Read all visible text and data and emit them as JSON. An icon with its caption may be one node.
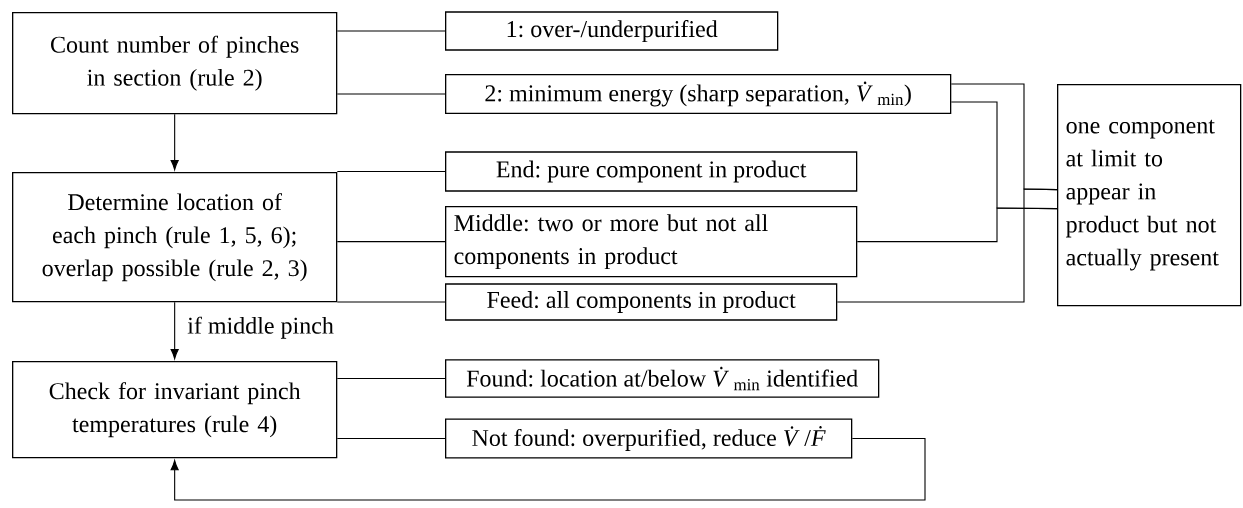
{
  "diagram": {
    "nodes": [
      {
        "text": [
          "Count number of pinches in section (rule 2)"
        ]
      },
      {
        "text": [
          "1: over-/underpurified"
        ]
      },
      {
        "text": [
          "2: minimum energy (sharp separation, *V̇*$_{min}$)"
        ]
      },
      {
        "text": [
          "Determine location of each pinch (rule 1, 5, 6); overlap possible (rule 2, 3)"
        ]
      },
      {
        "text": [
          "End: pure component in product"
        ]
      },
      {
        "text": [
          "Middle: two or more but not all components in product"
        ]
      },
      {
        "text": [
          "Feed: all components in product"
        ]
      },
      {
        "text": [
          "Check for invariant pinch temperatures (rule 4)"
        ]
      },
      {
        "text": [
          "Found: location at/below *V̇*$_{min}$ identified"
        ]
      },
      {
        "text": [
          "Not found: overpurified, reduce *V̇*/*Ḟ*"
        ]
      },
      {
        "text": [
          "one component at limit to appear in product but not actually present"
        ]
      }
    ],
    "edges": [
      {
        "from": 0,
        "to": 1,
        "arrow": "none"
      },
      {
        "from": 0,
        "to": 2,
        "arrow": "none"
      },
      {
        "from": 0,
        "to": 3,
        "arrow": "to"
      },
      {
        "from": 3,
        "to": 4,
        "arrow": "none"
      },
      {
        "from": 3,
        "to": 5,
        "arrow": "none"
      },
      {
        "from": 3,
        "to": 6,
        "arrow": "none"
      },
      {
        "from": 3,
        "to": 7,
        "arrow": "to",
        "label": "if middle pinch"
      },
      {
        "from": 7,
        "to": 8,
        "arrow": "none"
      },
      {
        "from": 7,
        "to": 9,
        "arrow": "none"
      },
      {
        "from": 9,
        "to": 7,
        "arrow": "to"
      },
      {
        "from": 2,
        "to": 10,
        "arrow": "none"
      },
      {
        "from": 6,
        "to": 10,
        "arrow": "none"
      },
      {
        "from": 2,
        "to": 10,
        "arrow": "none"
      },
      {
        "from": 5,
        "to": 10,
        "arrow": "none"
      }
    ]
  }
}
